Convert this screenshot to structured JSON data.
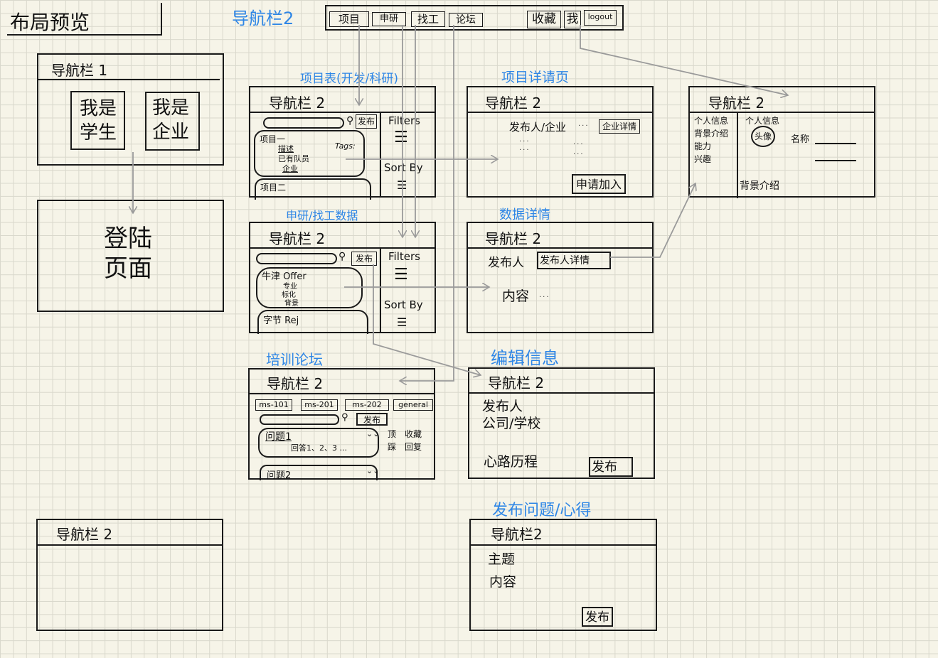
{
  "page_title": "布局预览",
  "nav2_label": "导航栏2",
  "nav2_bar": {
    "items": [
      "项目",
      "申研",
      "找工",
      "论坛"
    ],
    "right_items": [
      "收藏",
      "我",
      "logout"
    ]
  },
  "nav1_page": {
    "header": "导航栏 1",
    "student_button": "我是学生",
    "company_button": "我是企业"
  },
  "login_page": {
    "title": "登陆页面"
  },
  "project_list": {
    "caption": "项目表(开发/科研)",
    "header": "导航栏 2",
    "publish_button": "发布",
    "filters_label": "Filters",
    "sort_label": "Sort By",
    "items": [
      {
        "title": "项目一",
        "fields": [
          "描述",
          "已有队员",
          "企业"
        ],
        "tags_label": "Tags:"
      },
      {
        "title": "项目二",
        "fields": []
      }
    ]
  },
  "project_detail": {
    "caption": "项目详请页",
    "header": "导航栏 2",
    "publisher_label": "发布人/企业",
    "ellipsis": "...",
    "company_detail_button": "企业详情",
    "apply_button": "申请加入"
  },
  "profile": {
    "header": "导航栏 2",
    "sidebar": [
      "个人信息",
      "背景介绍",
      "能力",
      "兴趣"
    ],
    "section_title": "个人信息",
    "avatar_label": "头像",
    "name_label": "名称",
    "background_label": "背景介绍"
  },
  "data_list": {
    "caption": "申研/找工数据",
    "header": "导航栏 2",
    "publish_button": "发布",
    "filters_label": "Filters",
    "sort_label": "Sort By",
    "items": [
      {
        "title": "牛津 Offer",
        "fields": [
          "专业",
          "标化",
          "背景"
        ]
      },
      {
        "title": "字节 Rej",
        "fields": []
      }
    ]
  },
  "data_detail": {
    "caption": "数据详情",
    "header": "导航栏 2",
    "publisher_label": "发布人",
    "publisher_detail_button": "发布人详情",
    "content_label": "内容",
    "ellipsis": "..."
  },
  "forum": {
    "caption": "培训论坛",
    "header": "导航栏 2",
    "tabs": [
      "ms-101",
      "ms-201",
      "ms-202",
      "general"
    ],
    "publish_button": "发布",
    "posts": [
      {
        "title": "问题1",
        "replies": "回答1、2、3 ..."
      },
      {
        "title": "问题2",
        "replies": ""
      }
    ],
    "actions": [
      "顶",
      "收藏",
      "踩",
      "回复"
    ]
  },
  "edit_info": {
    "caption": "编辑信息",
    "header": "导航栏 2",
    "fields": [
      "发布人",
      "公司/学校",
      "心路历程"
    ],
    "publish_button": "发布"
  },
  "blank_page": {
    "header": "导航栏 2"
  },
  "post_question": {
    "caption": "发布问题/心得",
    "header": "导航栏2",
    "fields": [
      "主题",
      "内容"
    ],
    "publish_button": "发布"
  },
  "colors": {
    "caption": "#2e86e6",
    "ink": "#1a1a1a",
    "arrow": "#9a9a9a",
    "paper": "#f6f4e8"
  }
}
